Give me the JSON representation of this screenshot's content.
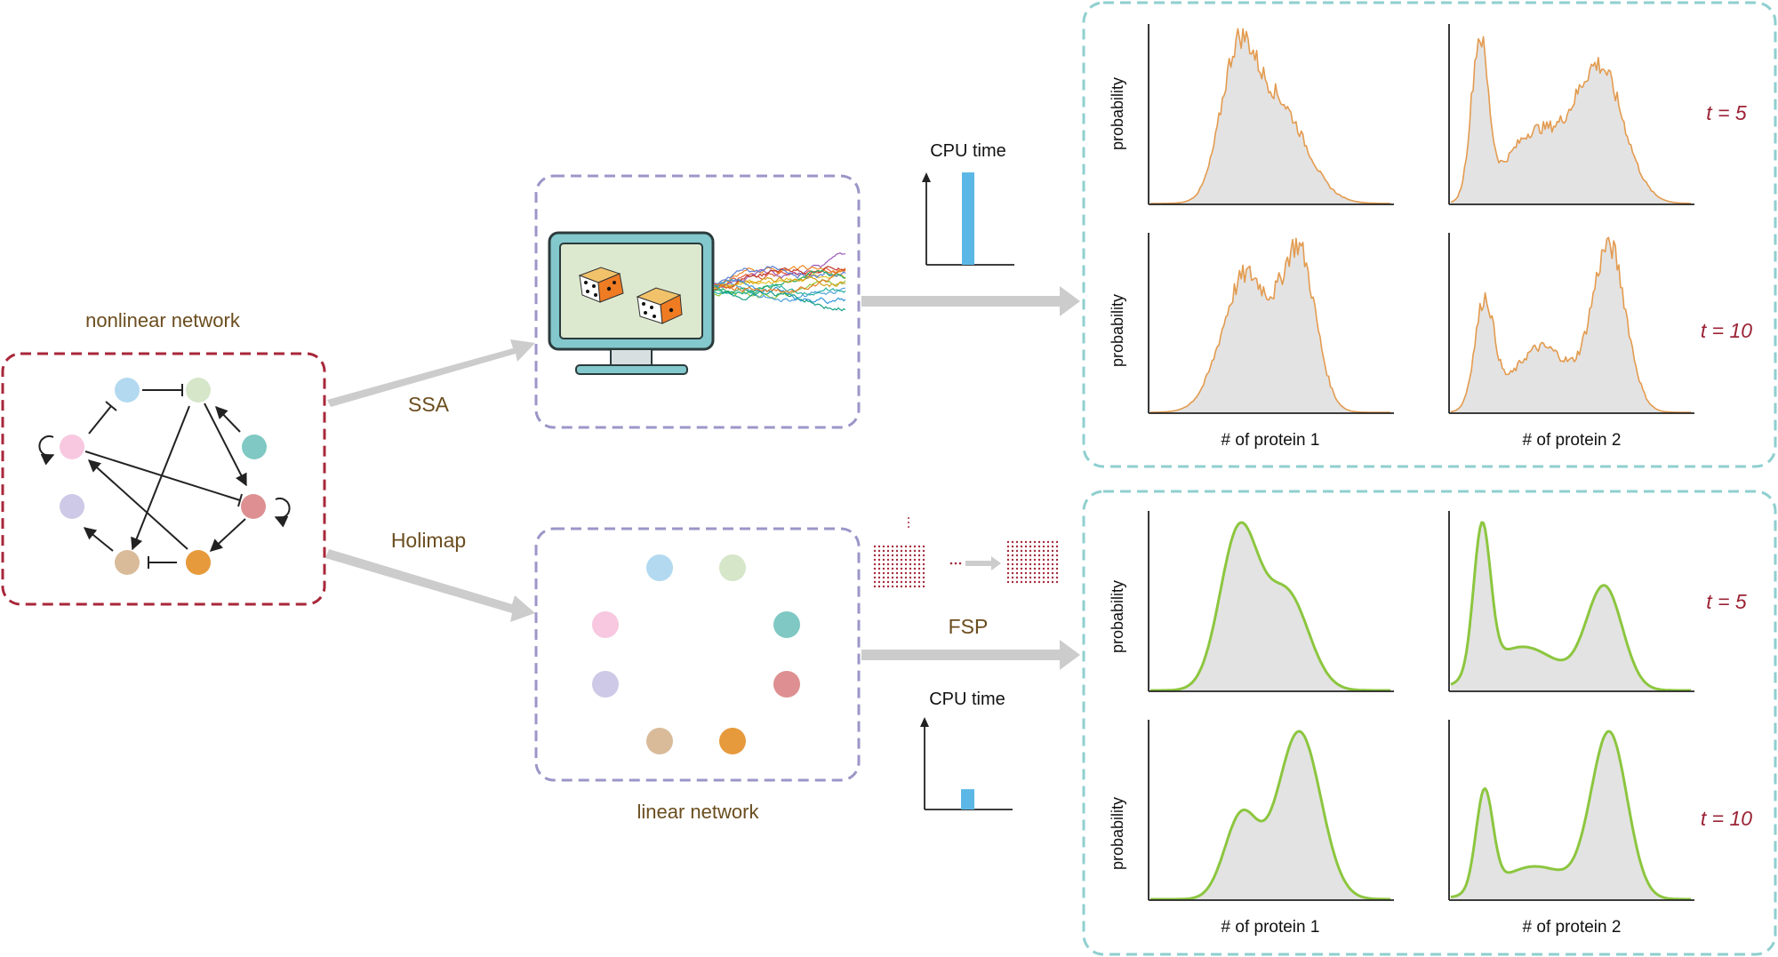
{
  "labels": {
    "nonlinear_network": "nonlinear network",
    "linear_network": "linear network",
    "ssa": "SSA",
    "holimap": "Holimap",
    "fsp": "FSP",
    "cpu_time_top": "CPU time",
    "cpu_time_bottom": "CPU time",
    "probability": "probability",
    "x_protein1": "# of protein 1",
    "x_protein2": "# of protein 2",
    "t5_top": "t = 5",
    "t10_top": "t = 10",
    "t5_bottom": "t = 5",
    "t10_bottom": "t = 10"
  },
  "colors": {
    "nonlinear_box": "#a8273a",
    "linear_box": "#9b96c8",
    "result_box": "#8fcfcf",
    "arrow": "#cccccc",
    "label_brown": "#6b4d1e",
    "time_label": "#9b2335",
    "ssa_curve": "#e39b4f",
    "holimap_curve": "#8cc63f",
    "fill_gray": "#e3e3e3",
    "cpu_bar": "#5bb8e6",
    "monitor_body": "#83c8cc",
    "monitor_screen": "#dde9cf",
    "grid_dot": "#a52a3a"
  },
  "nodes": [
    {
      "name": "node-light-blue",
      "color": "#b2d9f0"
    },
    {
      "name": "node-light-green",
      "color": "#d5e6c9"
    },
    {
      "name": "node-teal",
      "color": "#7fc8c3"
    },
    {
      "name": "node-rose",
      "color": "#dd8f91"
    },
    {
      "name": "node-orange",
      "color": "#e69a3c"
    },
    {
      "name": "node-tan",
      "color": "#d9bb9a"
    },
    {
      "name": "node-lavender",
      "color": "#cdc9e6"
    },
    {
      "name": "node-pink",
      "color": "#f7c8e0"
    }
  ],
  "cpu_time": {
    "ssa_relative": 1.0,
    "holimap_relative": 0.22
  }
}
